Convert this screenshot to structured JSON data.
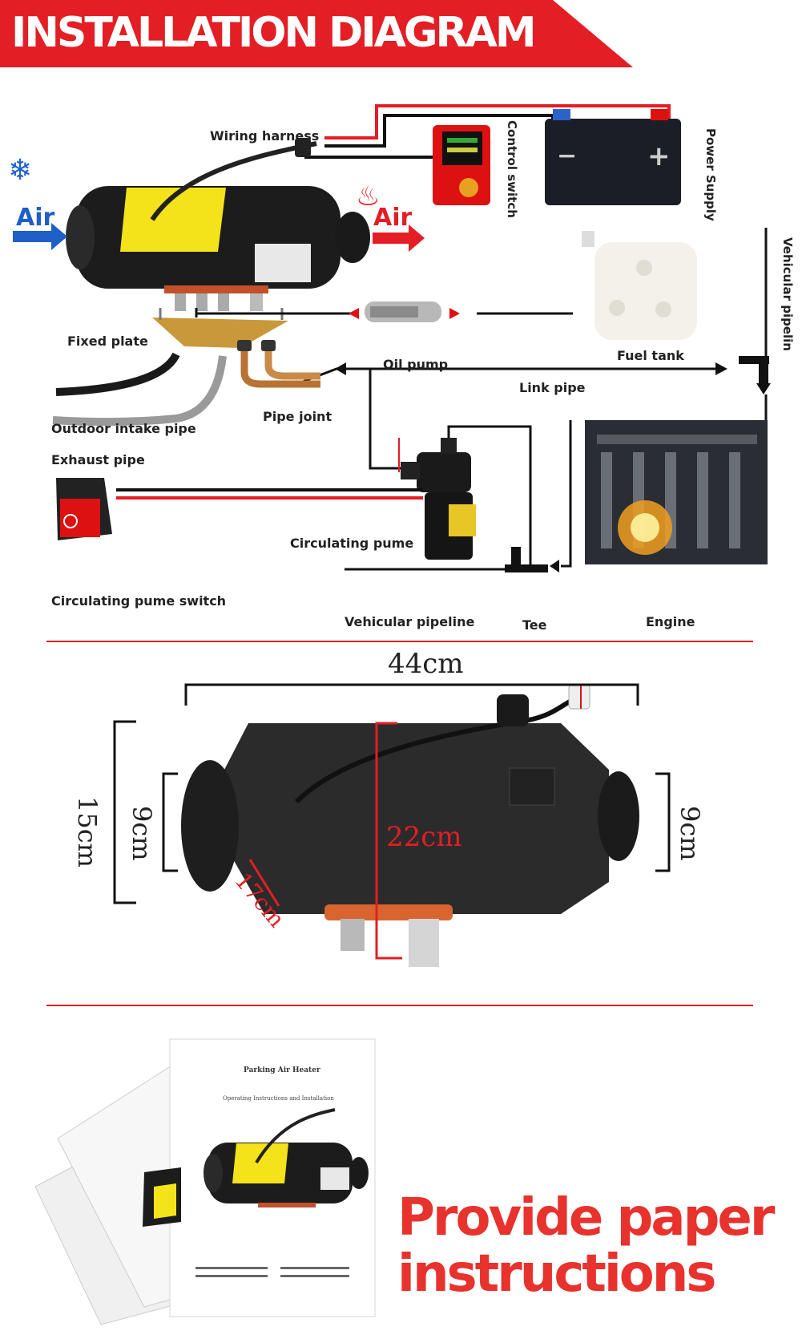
{
  "header": {
    "title": "INSTALLATION DIAGRAM"
  },
  "diagram": {
    "air_in": "Air",
    "air_out": "Air",
    "labels": {
      "wiring_harness": "Wiring harness",
      "control_switch": "Control switch",
      "power_supply": "Power Supply",
      "vehicular_pipelin": "Vehicular pipelin",
      "fuel_tank": "Fuel tank",
      "fixed_plate": "Fixed plate",
      "oil_pump": "Oil pump",
      "link_pipe": "Link pipe",
      "pipe_joint": "Pipe joint",
      "outdoor_intake_pipe": "Outdoor intake pipe",
      "exhaust_pipe": "Exhaust pipe",
      "circulating_pume": "Circulating pume",
      "circulating_pume_switch": "Circulating pume switch",
      "vehicular_pipeline": "Vehicular pipeline",
      "tee": "Tee",
      "engine": "Engine"
    },
    "colors": {
      "brand_red": "#e31e24",
      "air_in_blue": "#1f5fc8",
      "air_out_red": "#e31e24",
      "heater_yellow": "#f4e21b"
    }
  },
  "dimensions": {
    "length": "44cm",
    "height": "15cm",
    "inlet_left": "9cm",
    "outlet_right": "9cm",
    "inner_height": "22cm",
    "diagonal": "17cm"
  },
  "manual": {
    "title": "Parking Air Heater",
    "subtitle": "Operating Instructions and Installation",
    "promo_line1": "Provide paper",
    "promo_line2": "instructions"
  }
}
